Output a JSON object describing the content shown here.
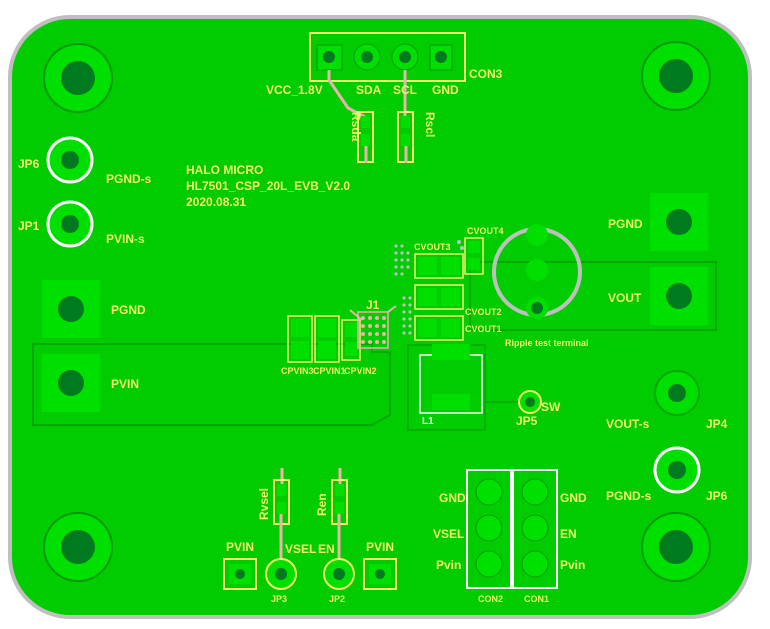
{
  "board": {
    "colors": {
      "copper": "#00cc00",
      "copper_edge": "#009900",
      "silk": "#f2f26a",
      "silk_white": "#ffffff",
      "pad": "#00e000",
      "drill": "#007a1f",
      "trace": "#f0b0b0",
      "outline": "#bfbfbf"
    },
    "title": {
      "line1": "HALO MICRO",
      "line2": "HL7501_CSP_20L_EVB_V2.0",
      "line3": "2020.08.31"
    },
    "con3": {
      "ref": "CON3",
      "pins": [
        "VCC_1.8V",
        "SDA",
        "SCL",
        "GND"
      ]
    },
    "resistors_top": [
      "Rsda",
      "Rscl"
    ],
    "resistors_bottom": [
      "Rvsel",
      "Ren"
    ],
    "left_labels": {
      "jp6": "JP6",
      "pgnd_s": "PGND-s",
      "jp1": "JP1",
      "pvin_s": "PVIN-s",
      "pgnd": "PGND",
      "pvin": "PVIN"
    },
    "right_labels": {
      "pgnd": "PGND",
      "vout": "VOUT",
      "vout_s": "VOUT-s",
      "jp4": "JP4",
      "pgnd_s": "PGND-s",
      "jp6": "JP6"
    },
    "center_labels": {
      "cvout4": "CVOUT4",
      "cvout3": "CVOUT3",
      "cvout2": "CVOUT2",
      "cvout1": "CVOUT1",
      "j1": "J1",
      "cpvin3": "CPVIN3",
      "cpvin1": "CPVIN1",
      "cpvin2": "CPVIN2",
      "ripple": "Ripple test terminal",
      "l1": "L1",
      "sw": "SW",
      "jp5": "JP5"
    },
    "bottom_left": {
      "pvin_l": "PVIN",
      "vsel": "VSEL",
      "en": "EN",
      "pvin_r": "PVIN",
      "jp3": "JP3",
      "jp2": "JP2"
    },
    "connectors_bottom": {
      "con2": "CON2",
      "con1": "CON1",
      "left_pins": [
        "GND",
        "VSEL",
        "Pvin"
      ],
      "right_pins": [
        "GND",
        "EN",
        "Pvin"
      ]
    }
  }
}
